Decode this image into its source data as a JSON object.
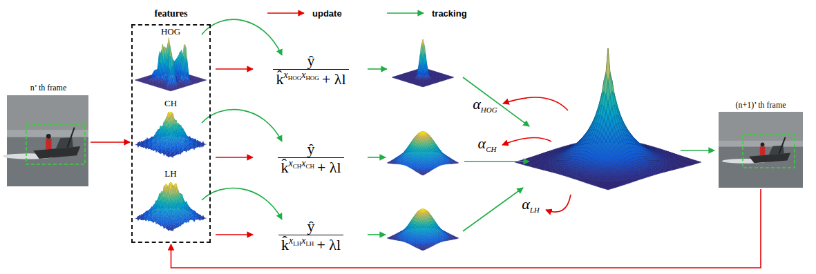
{
  "diagram": {
    "nodes": [
      {
        "text": [
          "n’ th frame"
        ]
      },
      {
        "text": [
          "features"
        ]
      },
      {
        "text": [
          "(n+1)’ th frame"
        ]
      }
    ],
    "edges": [
      {
        "from": 0,
        "to": 1,
        "arrow": "to"
      },
      {
        "from": 2,
        "to": 1,
        "arrow": "to"
      }
    ],
    "labels": [
      "HOG",
      "CH",
      "LH",
      "ŷ",
      "k̂",
      "x",
      "HOG",
      "x",
      "HOG",
      "+ λl",
      "ŷ",
      "k̂",
      "x",
      "CH",
      "x",
      "CH",
      "+ λl",
      "ŷ",
      "k̂",
      "x",
      "LH",
      "x",
      "LH",
      "+ λl",
      "α",
      "HOG",
      "α",
      "CH",
      "α",
      "LH"
    ],
    "legend": [
      {
        "text": "update"
      },
      {
        "text": "tracking"
      }
    ]
  }
}
